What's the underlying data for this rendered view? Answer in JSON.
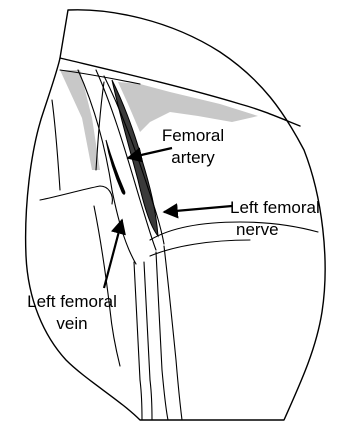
{
  "colors": {
    "fat_shading": "#c8c8c8",
    "artery_fill": "#3a3a3a",
    "vein_fill": "#000000",
    "line": "#000000",
    "background": "#ffffff"
  },
  "labels": {
    "femoral_artery": [
      "Femoral",
      "artery"
    ],
    "left_femoral_nerve": [
      "Left femoral",
      "nerve"
    ],
    "left_femoral_vein": [
      "Left femoral",
      "vein"
    ]
  }
}
